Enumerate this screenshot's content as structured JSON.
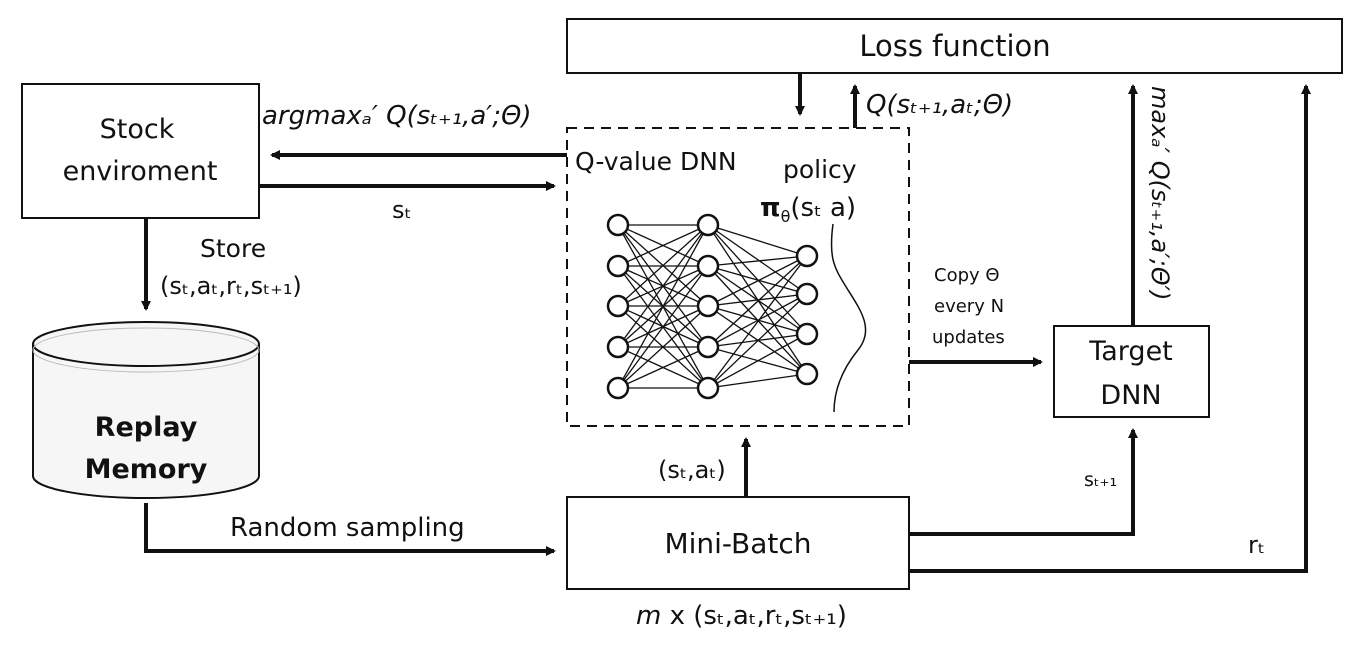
{
  "boxes": {
    "loss": "Loss function",
    "stock_line1": "Stock",
    "stock_line2": "enviroment",
    "qvalue": "Q-value DNN",
    "policy": "policy",
    "target_line1": "Target",
    "target_line2": "DNN",
    "replay_line1": "Replay",
    "replay_line2": "Memory",
    "minibatch": "Mini-Batch"
  },
  "policy_fn": {
    "pi": "π",
    "theta": "θ",
    "args": "(sₜ a)"
  },
  "edges": {
    "argmax": "argmaxₐ′ Q(sₜ₊₁,a′;Θ)",
    "state": "sₜ",
    "q_value": "Q(sₜ₊₁,aₜ;Θ)",
    "max_target": "maxₐ′ Q(sₜ₊₁,a′;Θ′)",
    "store_title": "Store",
    "store_tuple": "(sₜ,aₜ,rₜ,sₜ₊₁)",
    "copy_line1": "Copy Θ",
    "copy_line2": "every N",
    "copy_line3": "updates",
    "random_sampling": "Random sampling",
    "state_action": "(sₜ,aₜ)",
    "next_state": "sₜ₊₁",
    "reward": "rₜ",
    "batch_m": "m",
    "batch_rest": " x (sₜ,aₜ,rₜ,sₜ₊₁)"
  },
  "colors": {
    "stroke": "#111111",
    "fill": "#ffffff",
    "cylinder_fill": "#f6f6f6"
  }
}
